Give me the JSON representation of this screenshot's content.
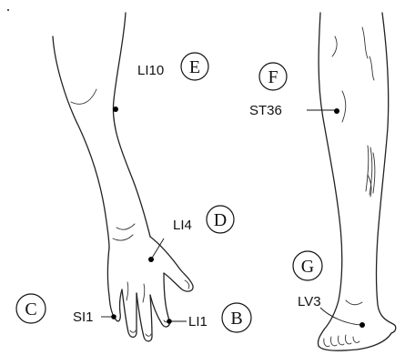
{
  "points": [
    {
      "id": "LI10",
      "label": "LI10"
    },
    {
      "id": "LI4",
      "label": "LI4"
    },
    {
      "id": "SI1",
      "label": "SI1"
    },
    {
      "id": "LI1",
      "label": "LI1"
    },
    {
      "id": "ST36",
      "label": "ST36"
    },
    {
      "id": "LV3",
      "label": "LV3"
    }
  ],
  "markers": [
    {
      "id": "B",
      "label": "B"
    },
    {
      "id": "C",
      "label": "C"
    },
    {
      "id": "D",
      "label": "D"
    },
    {
      "id": "E",
      "label": "E"
    },
    {
      "id": "F",
      "label": "F"
    },
    {
      "id": "G",
      "label": "G"
    }
  ]
}
